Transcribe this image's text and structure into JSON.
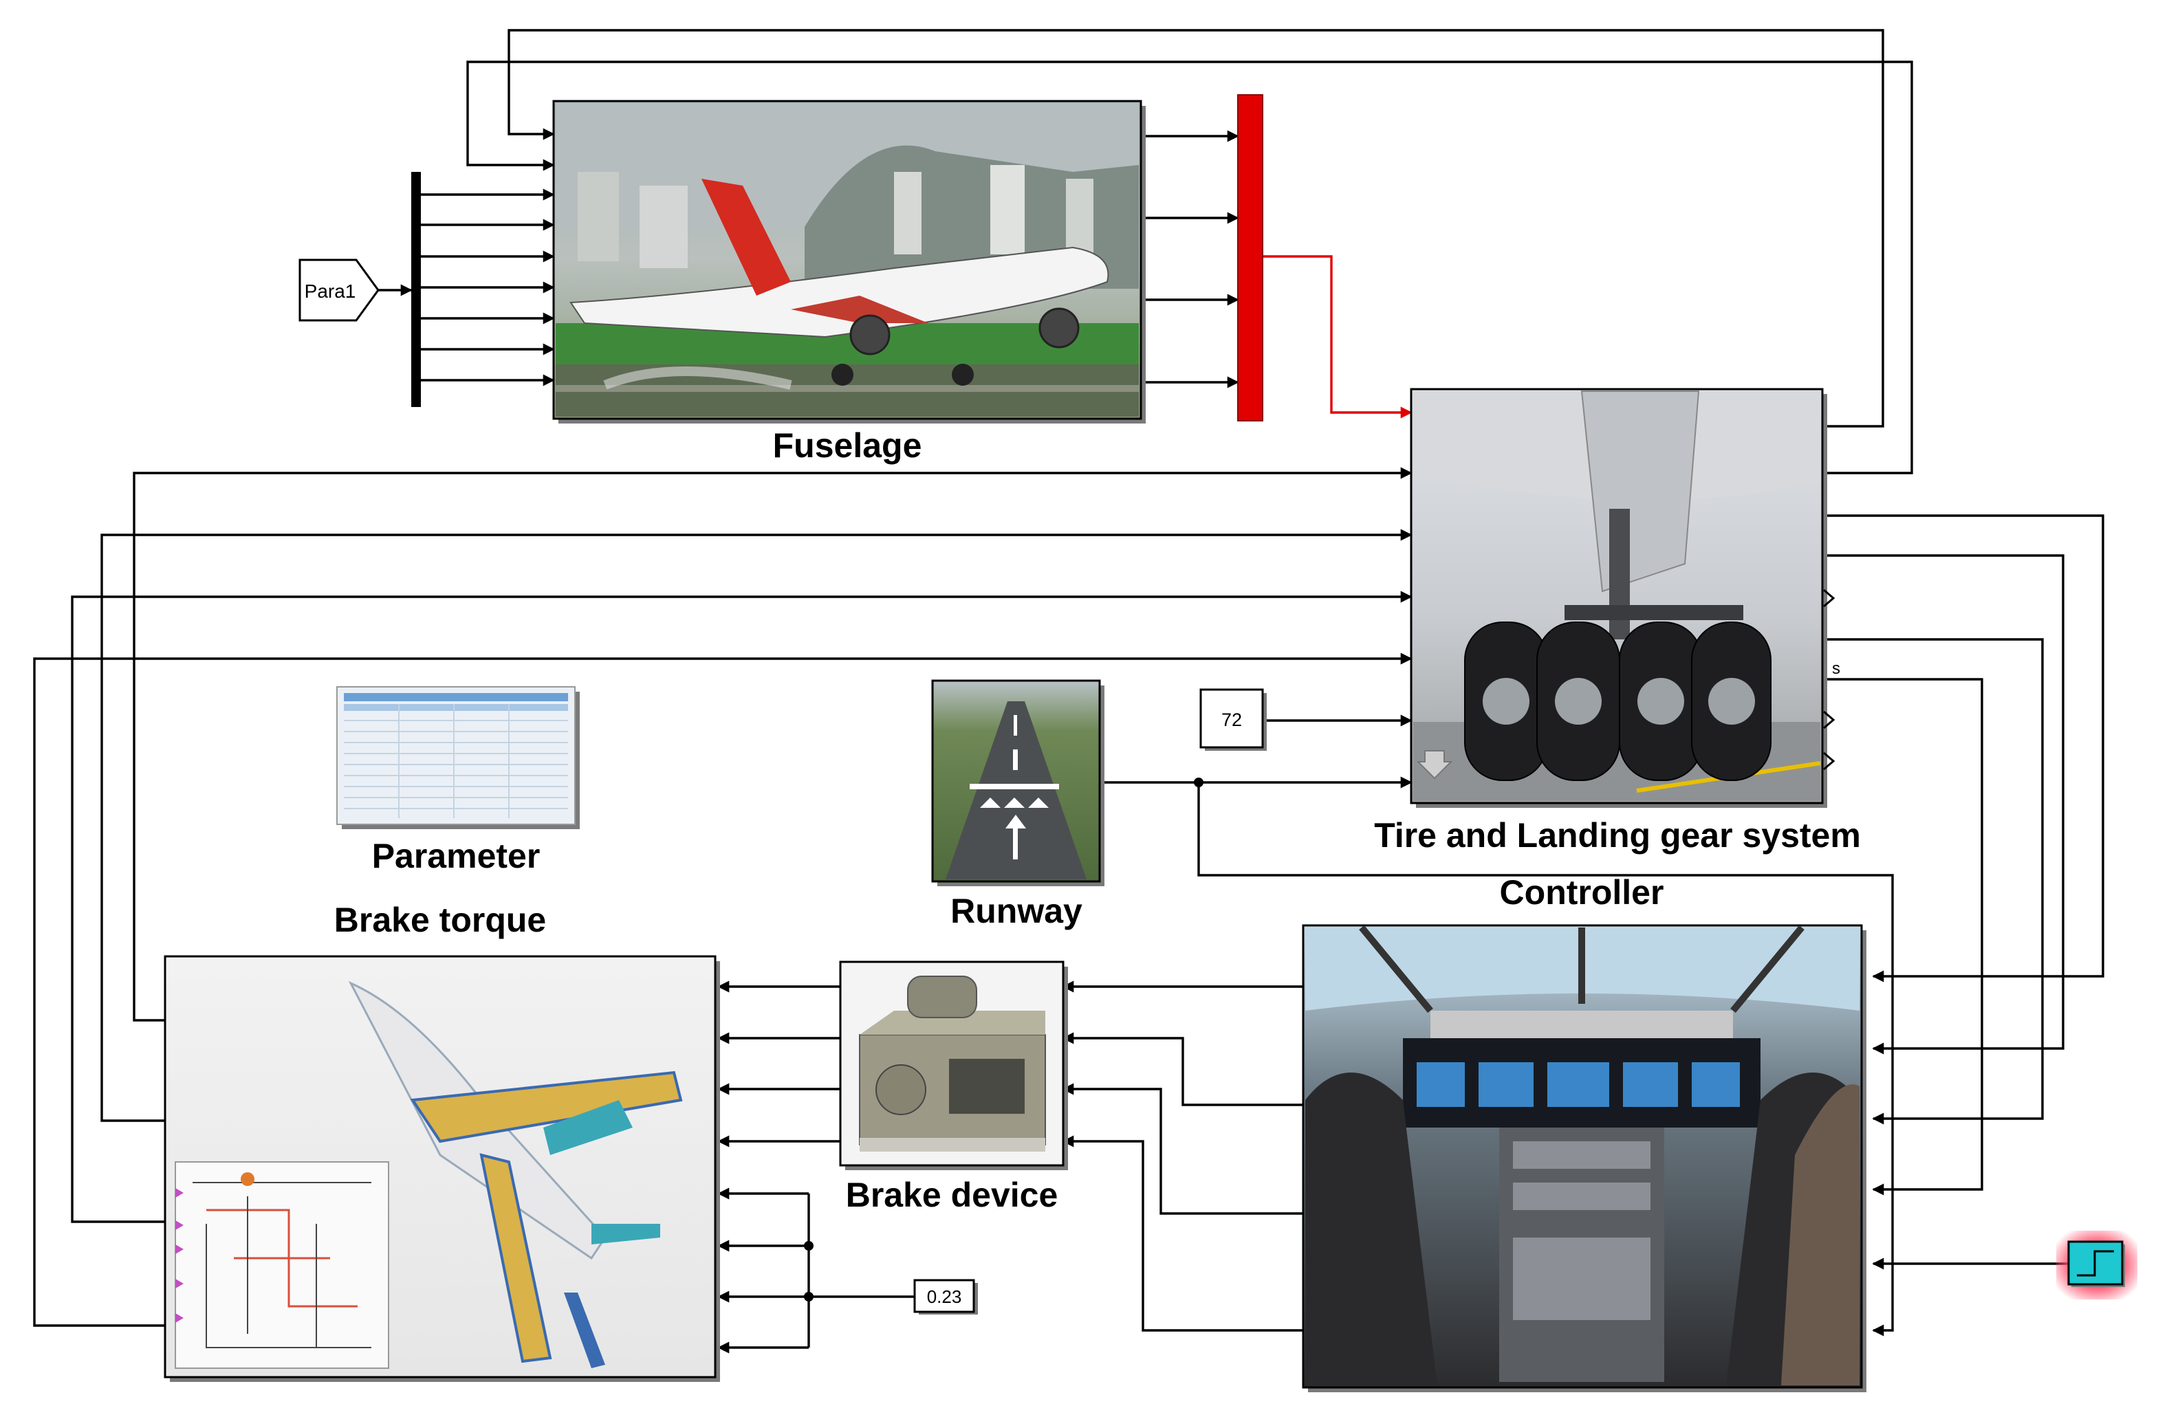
{
  "blocks": {
    "fuselage": {
      "label": "Fuselage",
      "image": "airplane-landing-photo"
    },
    "tire_landing_gear": {
      "label": "Tire and Landing gear system",
      "image": "landing-gear-photo",
      "port_label_s": "s"
    },
    "parameter": {
      "label": "Parameter",
      "image": "parameter-table-image"
    },
    "runway": {
      "label": "Runway",
      "image": "runway-photo"
    },
    "controller": {
      "label": "Controller",
      "image": "cockpit-photo"
    },
    "brake_torque": {
      "label": "Brake torque",
      "image": "aircraft-brake-diagram"
    },
    "brake_device": {
      "label": "Brake device",
      "image": "brake-unit-photo"
    }
  },
  "from_tag": {
    "label": "Para1"
  },
  "constants": {
    "speed": "72",
    "friction": "0.23"
  },
  "step_block": {
    "icon": "step-icon"
  },
  "colors": {
    "bus": "#000000",
    "red_bus": "#e00000",
    "step_fill": "#1ec8d0",
    "step_glow": "#ff4d6a"
  }
}
